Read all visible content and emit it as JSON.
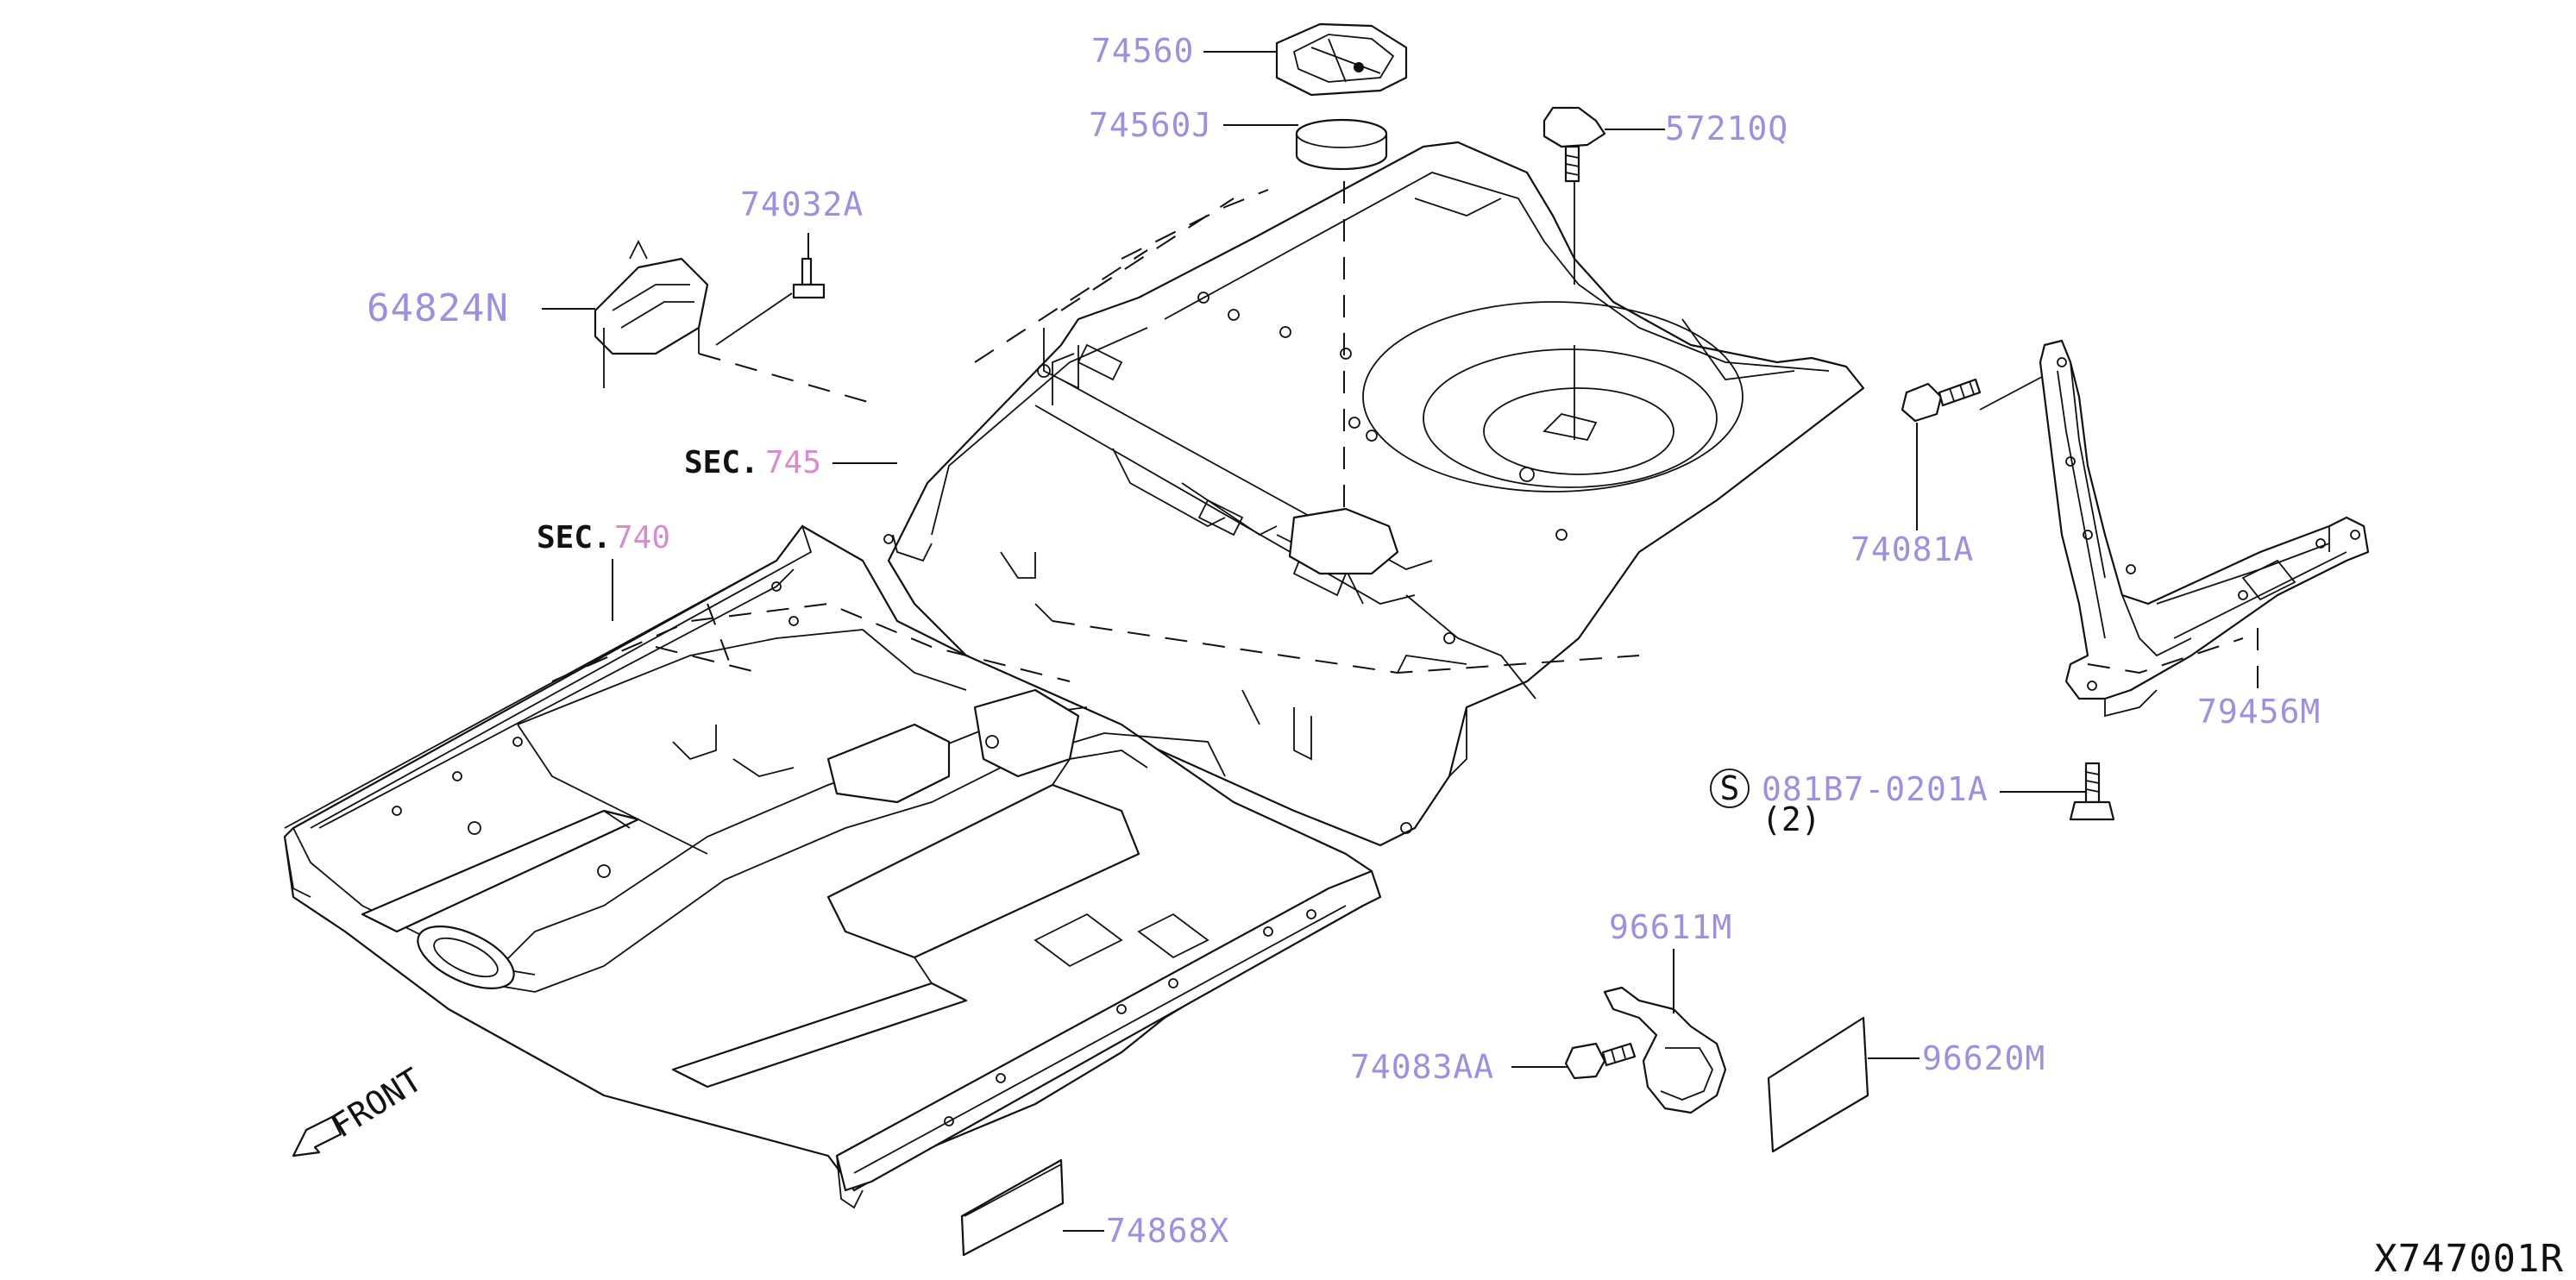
{
  "labels": {
    "p74560": "74560",
    "p74560J": "74560J",
    "p57210Q": "57210Q",
    "p74032A": "74032A",
    "p64824N": "64824N",
    "sec745_prefix": "SEC.",
    "sec745_num": "745",
    "sec740_prefix": "SEC.",
    "sec740_num": "740",
    "p74081A": "74081A",
    "p79456M": "79456M",
    "s_symbol": "S",
    "p081B7": "081B7-0201A",
    "qty": "(2)",
    "p96611M": "96611M",
    "p74083AA": "74083AA",
    "p96620M": "96620M",
    "p74868X": "74868X",
    "front": "FRONT",
    "diagram_ref": "X747001R"
  },
  "colors": {
    "part_label": "#9a92dc",
    "section_number": "#d88ccf",
    "line": "#111111"
  }
}
